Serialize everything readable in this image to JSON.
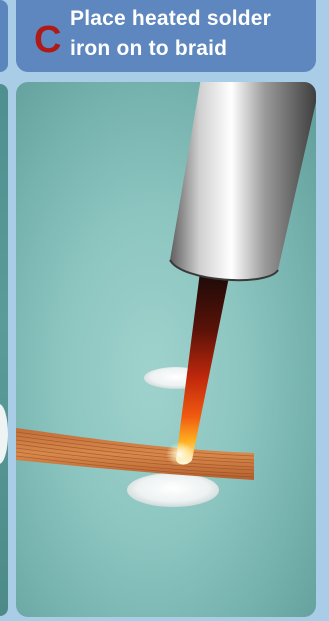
{
  "step": {
    "letter": "C",
    "title": "Place heated solder\niron on to braid"
  },
  "illustration": {
    "objects": [
      "solder-iron",
      "solder-braid",
      "solder-pad"
    ]
  },
  "colors": {
    "header_bg": "#5d87be",
    "letter": "#b01a16",
    "page_bg": "#a9cde6",
    "scene_bg": "#8cc5c0"
  }
}
